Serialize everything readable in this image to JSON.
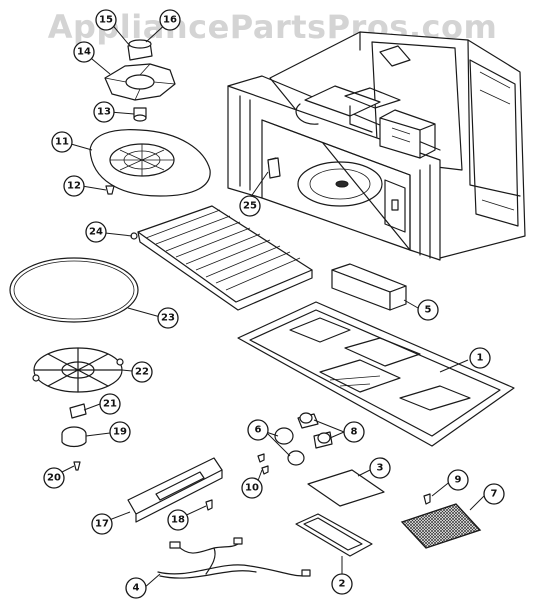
{
  "watermark": "AppliancePartsPros.com",
  "callouts": [
    {
      "label": "1"
    },
    {
      "label": "2"
    },
    {
      "label": "3"
    },
    {
      "label": "4"
    },
    {
      "label": "5"
    },
    {
      "label": "6"
    },
    {
      "label": "7"
    },
    {
      "label": "8"
    },
    {
      "label": "9"
    },
    {
      "label": "10"
    },
    {
      "label": "11"
    },
    {
      "label": "12"
    },
    {
      "label": "13"
    },
    {
      "label": "14"
    },
    {
      "label": "15"
    },
    {
      "label": "16"
    },
    {
      "label": "17"
    },
    {
      "label": "18"
    },
    {
      "label": "19"
    },
    {
      "label": "20"
    },
    {
      "label": "21"
    },
    {
      "label": "22"
    },
    {
      "label": "23"
    },
    {
      "label": "24"
    },
    {
      "label": "25"
    }
  ]
}
